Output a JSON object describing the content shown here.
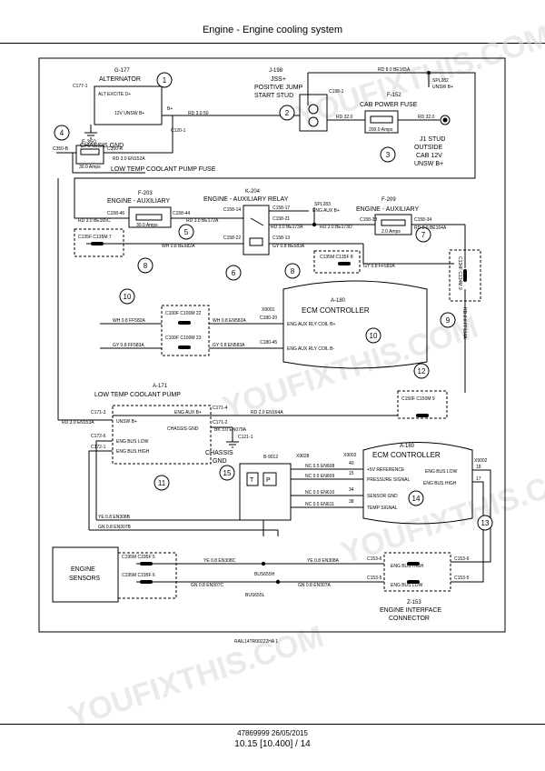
{
  "header": {
    "title": "Engine - Engine cooling system"
  },
  "footer": {
    "doc_code": "47869999 26/05/2015",
    "page_ref": "10.15 [10.400] / 14"
  },
  "watermark": "YOUFIXTHIS.COM",
  "drawing_ref": "RAIL14TR00222HA   1",
  "callouts": [
    "1",
    "2",
    "3",
    "4",
    "5",
    "6",
    "7",
    "8",
    "8",
    "9",
    "10",
    "10",
    "11",
    "12",
    "13",
    "14",
    "15"
  ],
  "components": {
    "alternator": {
      "id": "G-177",
      "name": "ALTERNATOR",
      "pin_excite": "ALT EXCITE D+",
      "pin_unsw": "12V UNSW B+",
      "term_b": "B+",
      "conn_c177": "C177-1",
      "conn_c120": "C120-1"
    },
    "jump_stud": {
      "id": "J-198",
      "name_l1": "JSS+",
      "name_l2": "POSITIVE JUMP",
      "name_l3": "START STUD",
      "conn": "C198-1"
    },
    "cab_fuse": {
      "id": "F-152",
      "name": "CAB POWER FUSE",
      "rating": "200.0 Amps"
    },
    "j1_stud": {
      "l1": "J1 STUD",
      "l2": "OUTSIDE",
      "l3": "CAB 12V",
      "l4": "UNSW B+"
    },
    "spl282": {
      "id": "SPL282",
      "label": "UNSW B+"
    },
    "chassis_gnd_top": {
      "label": "CHASSIS GND"
    },
    "ltcp_fuse": {
      "id": "F-350",
      "name": "LOW TEMP COOLANT PUMP FUSE",
      "rating": "30.0 Amps",
      "conn_a": "C350-A",
      "conn_b": "C350-B"
    },
    "eng_aux_fuse_left": {
      "id": "F-203",
      "name": "ENGINE - AUXILIARY",
      "rating": "30.0 Amps",
      "conn_46": "C158-46",
      "conn_44": "C158-44"
    },
    "eng_aux_relay": {
      "id": "K-204",
      "name": "ENGINE - AUXILIARY RELAY",
      "c14": "C158-14",
      "c17": "C158-17",
      "c21": "C158-21",
      "c22": "C158-22",
      "c13": "C158-13"
    },
    "spl283": {
      "id": "SPL283",
      "label": "ENG AUX B+"
    },
    "eng_aux_fuse_right": {
      "id": "F-209",
      "name": "ENGINE - AUXILIARY",
      "rating": "2.0 Amps",
      "conn_38": "C158-38",
      "conn_34": "C158-34"
    },
    "ecm_top": {
      "id": "A-180",
      "name": "ECM CONTROLLER",
      "conn": "X9001",
      "p20": "C180-20",
      "p45": "C180-45",
      "pin1": "ENG AUX RLY COIL B+",
      "pin2": "ENG AUX RLY COIL B-"
    },
    "ltcp": {
      "id": "A-171",
      "name": "LOW TEMP COOLANT PUMP",
      "c3": "C171-3",
      "c4": "C171-4",
      "c2": "C171-2",
      "c6": "C172-6",
      "c1": "C172-1",
      "pin_aux": "ENG AUX B+",
      "pin_unsw": "UNSW B+",
      "pin_gnd": "CHASSIS GND",
      "pin_low": "ENG BUS LOW",
      "pin_high": "ENG BUS HIGH"
    },
    "chassis_gnd_mid": {
      "label": "CHASSIS",
      "label2": "GND",
      "conn": "C121-1"
    },
    "sensor": {
      "id": "B-9012",
      "conn": "X9028",
      "t_label": "T",
      "p_label": "P"
    },
    "ecm_bottom": {
      "id": "A-180",
      "name": "ECM CONTROLLER",
      "conn_left": "X9002",
      "conn_right": "X9002",
      "pin_5v": "+5V REFERENCE",
      "pin_press": "PRESSURE SIGNAL",
      "pin_gnd": "SENSOR GND",
      "pin_temp": "TEMP SIGNAL",
      "pin_low": "ENG BUS LOW",
      "pin_high": "ENG BUS HIGH",
      "n40": "40",
      "n15": "15",
      "n34": "34",
      "n38": "38",
      "n18": "18",
      "n17": "17"
    },
    "engine_sensors": {
      "l1": "ENGINE",
      "l2": "SENSORS"
    },
    "eic": {
      "id": "Z-153",
      "l1": "ENGINE INTERFACE",
      "l2": "CONNECTOR",
      "pin_high": "ENG BUS HIGH",
      "pin_low": "ENG BUS LOW",
      "c6": "C153-6",
      "c5": "C153-5",
      "c6r": "C153-6",
      "c5r": "C153-5"
    },
    "bus": {
      "h": "BUS655H",
      "l": "BUS655L"
    }
  },
  "connectors": {
    "c135": "C135F C135M 7",
    "c135b": "C135M C135F 8",
    "c100_22": "C100F C100M 22",
    "c100_23": "C100F C100M 23",
    "c134": "C134F C134M 9",
    "c150": "C150F C150M 9",
    "c195_5": "C195M C195F 5",
    "c195_6": "C195M C195F 6"
  },
  "wires": {
    "rd8": "RD 8.0 BE165A",
    "rd3_50": "RD 3.0 50",
    "rd3_32": "RD 32.0",
    "rd32_b": "RD 32.0",
    "rd3_152": "RD 3.0 EN152A",
    "rd3_165c": "RD 3.0 BE165C",
    "rd3_172a": "RD 3.0 BE172A",
    "rd3_173a": "RD 3.0 BE173A",
    "rd2_173d": "RD 2.0 BE173D",
    "rd2_164a": "RD 2.0 BE164A",
    "wh582a": "WH 0.8 BE582A",
    "gy583a": "GY 0.8 BE583A",
    "gy583a_r": "GY 0.8 FF583A",
    "wh582_en": "WH 0.8 FF582A",
    "wh_en582": "WH 0.8 EN582A",
    "gy_ff583": "GY 0.8 FF583A",
    "gy_en583": "GY 0.8 EN583A",
    "rd2_ff164": "RD 2.0 FF164A",
    "rd3_153a": "RD 3.0 EN153A",
    "rd2_en164": "RD 2.0 EN164A",
    "bk079": "BK 3.0 EN079A",
    "nc608": "NC 0.5 EN608",
    "nc609": "NC 0.5 EN609",
    "nc610": "NC 0.5 EN610",
    "nc611": "NC 0.5 EN611",
    "ye308b": "YE 0.8 EN308B",
    "gn307b": "GN 0.8 EN307B",
    "ye308c": "YE 0.8 EN308C",
    "gn307c": "GN 0.8 EN307C",
    "ye308a": "YE 0.8 EN308A",
    "gn307a": "GN 0.8 EN307A"
  }
}
